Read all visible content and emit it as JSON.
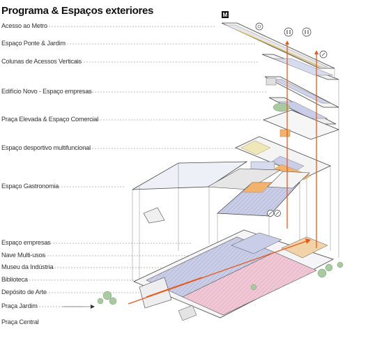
{
  "title": "Programa & Espaços exteriores",
  "labels": [
    "Acesso ao Metro",
    "Espaço Ponte & Jardim",
    "Colunas de Acessos Verticais",
    "Edifício Novo - Espaço empresas",
    "Praça Elevada & Espaço Comercial",
    "Espaço desportivo multifuncional",
    "Espaço Gastronomia",
    "Espaço empresas",
    "Nave Multi-usos",
    "Museu da Indústria",
    "Biblioteca",
    "Depósito de Arte",
    "Praça Jardim",
    "Praça Central"
  ],
  "icons": {
    "metro": "M",
    "accessibility": "wheelchair-icon",
    "toilets": "toilets-icon",
    "info": "info-icon"
  },
  "colors": {
    "circulation": "#e8591c",
    "office_blue": "#c9cde8",
    "pink": "#f1c7d6",
    "orange_floor": "#f2b36e",
    "greenery": "#a9c9a0"
  }
}
